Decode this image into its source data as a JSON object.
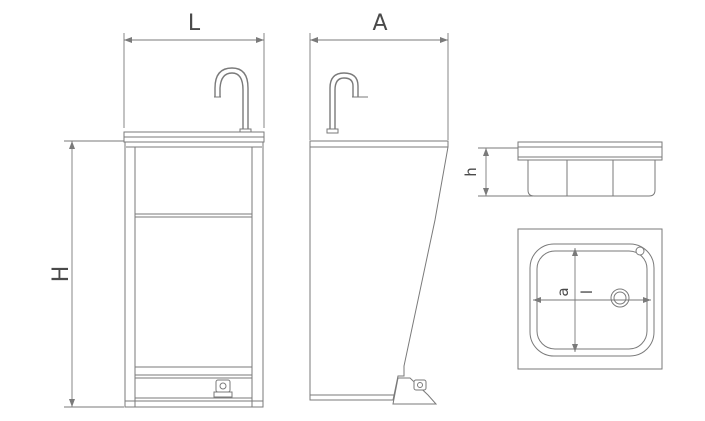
{
  "dimensions": {
    "length": "L",
    "depth": "A",
    "height": "H",
    "basin_height": "h",
    "basin_width": "a",
    "basin_length": "l"
  },
  "colors": {
    "line": "#7a7a7a",
    "text": "#4a4a4a",
    "background": "#ffffff"
  }
}
